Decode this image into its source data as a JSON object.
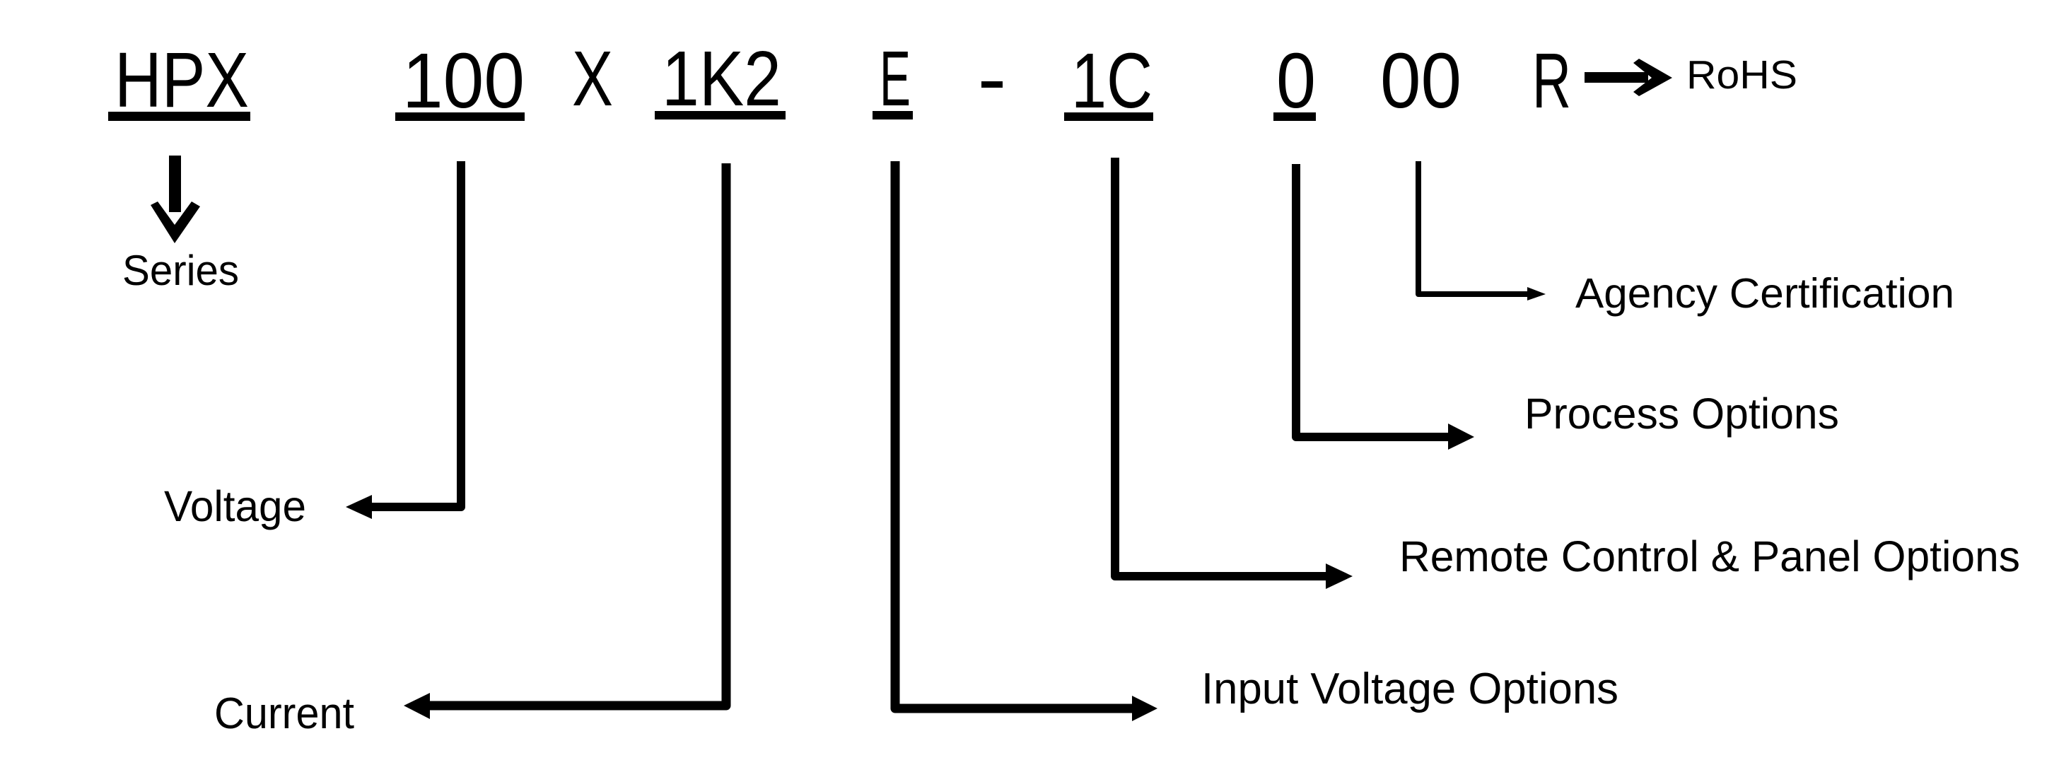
{
  "diagram": {
    "title": "HPX model number breakdown",
    "part_number_tokens": [
      {
        "id": "series",
        "text": "HPX",
        "underlined": true
      },
      {
        "id": "voltage",
        "text": "100",
        "underlined": true
      },
      {
        "id": "separator-x",
        "text": "X",
        "underlined": false
      },
      {
        "id": "current",
        "text": "1K2",
        "underlined": true
      },
      {
        "id": "input-voltage",
        "text": "E",
        "underlined": true
      },
      {
        "id": "dash",
        "text": "-",
        "underlined": false
      },
      {
        "id": "remote-panel",
        "text": "1C",
        "underlined": true
      },
      {
        "id": "process",
        "text": "0",
        "underlined": true
      },
      {
        "id": "agency",
        "text": "00",
        "underlined": false
      },
      {
        "id": "rohs",
        "text": "R",
        "underlined": false
      }
    ],
    "labels": {
      "series": "Series",
      "voltage": "Voltage",
      "current": "Current",
      "input_voltage": "Input Voltage Options",
      "remote_panel": "Remote Control & Panel Options",
      "process": "Process Options",
      "agency": "Agency Certification",
      "rohs": "RoHS"
    },
    "colors": {
      "ink": "#000000",
      "background": "#ffffff"
    }
  }
}
